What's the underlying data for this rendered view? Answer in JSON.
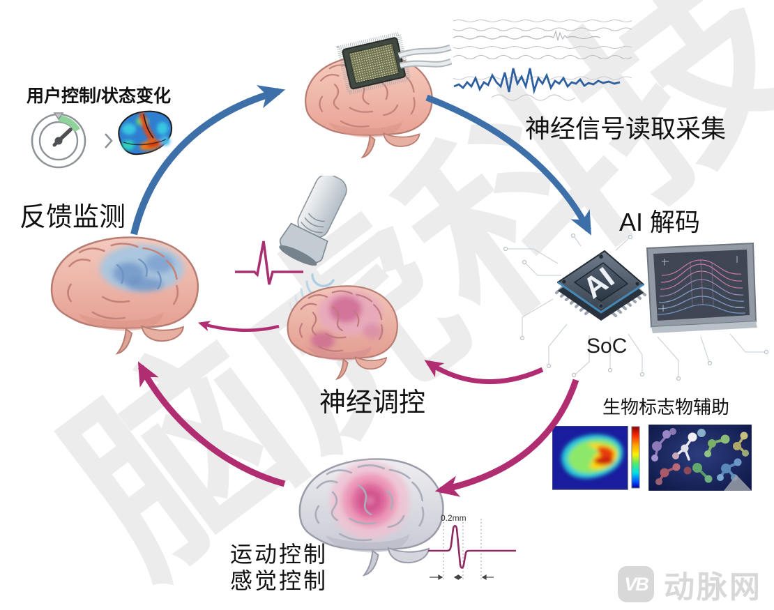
{
  "watermark_text": "脑虎科技",
  "nodes": {
    "user_state": {
      "label": "用户控制/状态变化"
    },
    "feedback": {
      "label": "反馈监测"
    },
    "acquisition": {
      "label": "神经信号读取采集"
    },
    "decode": {
      "label": "AI 解码",
      "chip_text": "AI",
      "chip_caption": "SoC"
    },
    "biomarker": {
      "label": "生物标志物辅助"
    },
    "neuromod": {
      "label": "神经调控"
    },
    "motor": {
      "label_line1": "运动控制",
      "label_line2": "感觉控制",
      "scale_label": "0.2mm"
    }
  },
  "footer_logo": {
    "icon_text": "VB",
    "brand": "动脉网"
  },
  "colors": {
    "arrow_blue": "#3d6fa8",
    "arrow_magenta": "#b12d72",
    "watermark": "#ececec",
    "logo_gray": "#d8d8d8",
    "timer_green": "#8fd39b"
  }
}
